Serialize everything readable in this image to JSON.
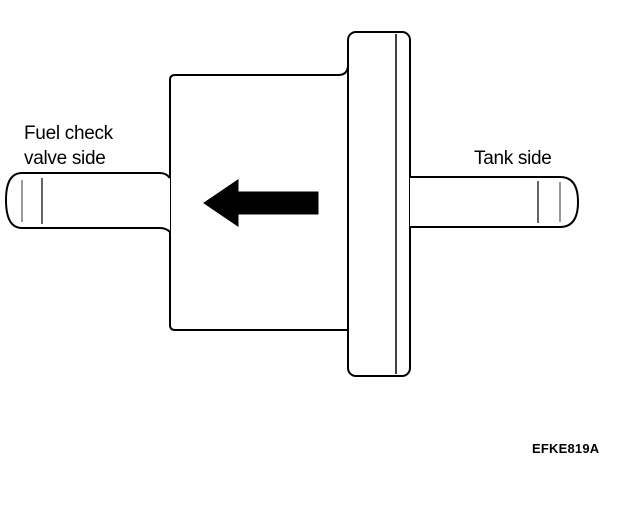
{
  "labels": {
    "inlet_line1": "Fuel check",
    "inlet_line2": "valve side",
    "outlet": "Tank side"
  },
  "figure_code": "EFKE819A",
  "colors": {
    "stroke": "#000000",
    "background": "#ffffff",
    "arrow": "#000000"
  },
  "arrow_direction": "left"
}
